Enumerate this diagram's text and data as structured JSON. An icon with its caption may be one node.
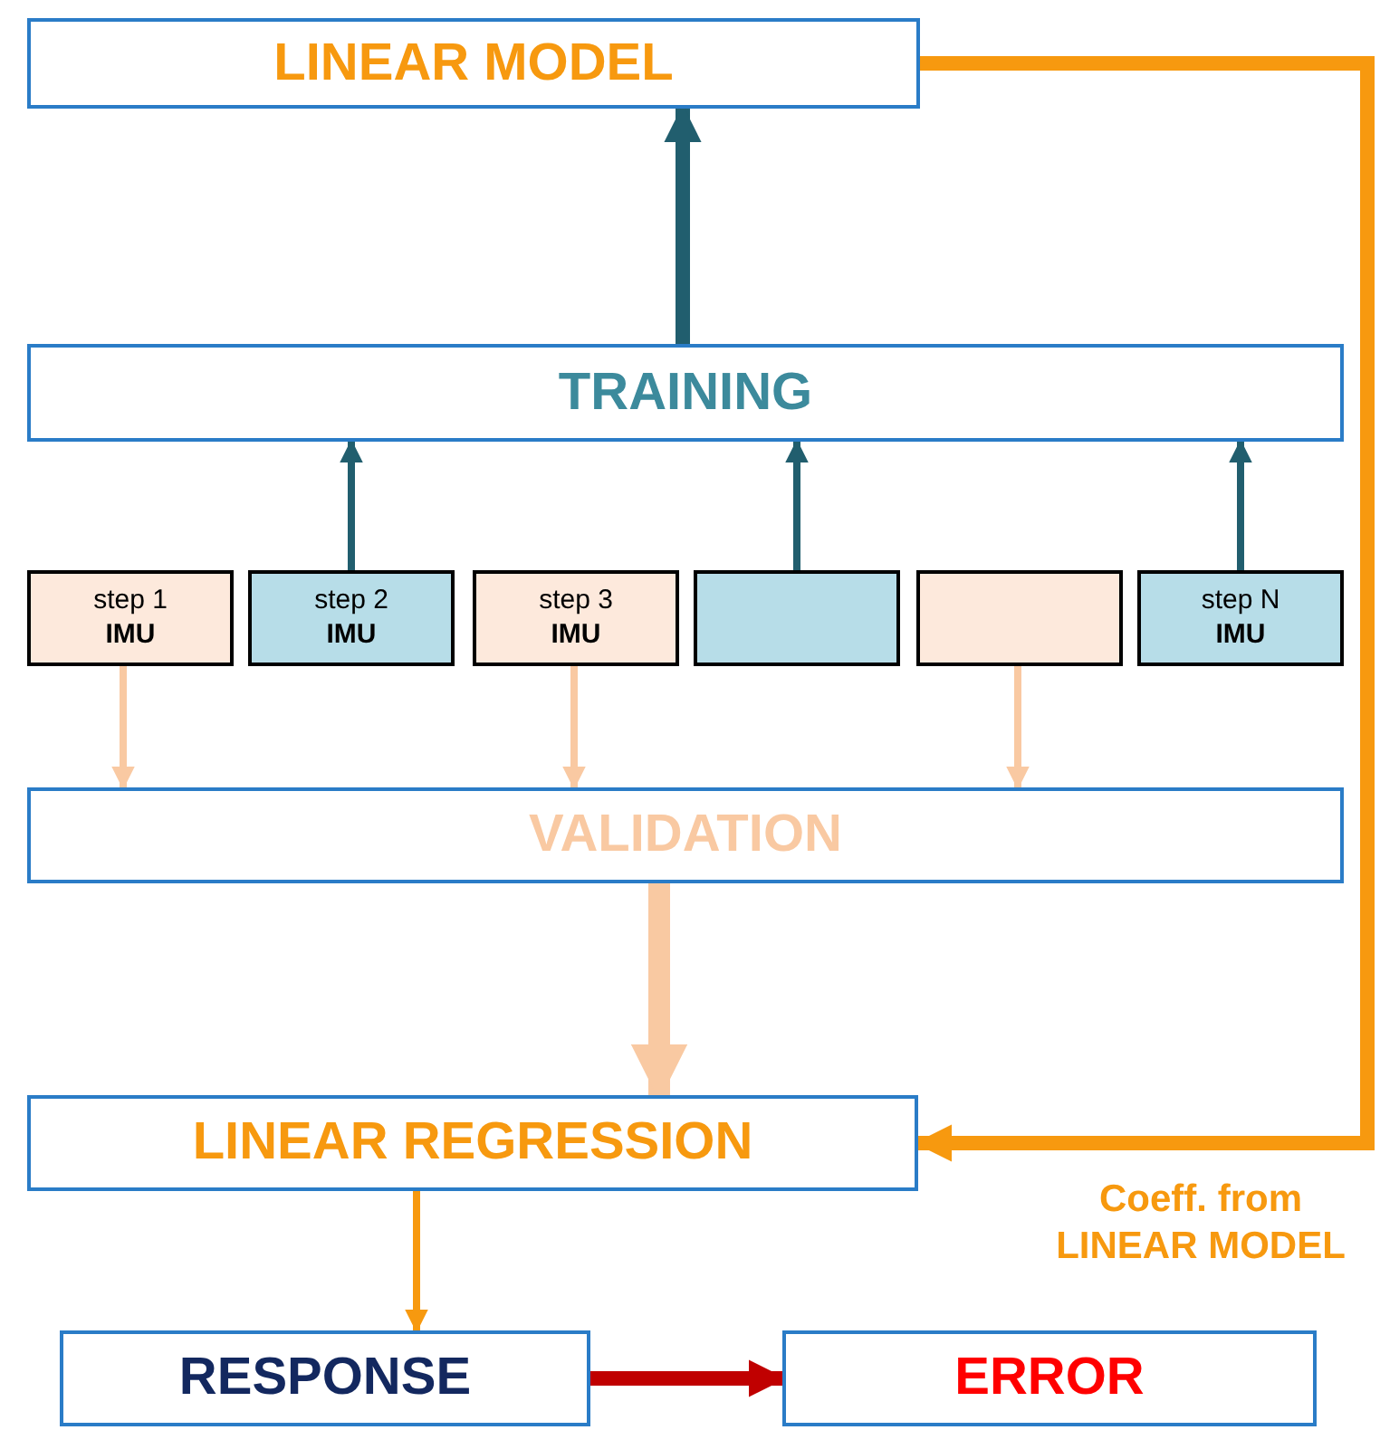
{
  "diagram": {
    "nodes": [
      {
        "text": [
          "LINEAR MODEL"
        ]
      },
      {
        "text": [
          "TRAINING"
        ]
      },
      {
        "text": [
          "step 1",
          "IMU"
        ]
      },
      {
        "text": [
          "step 2",
          "IMU"
        ]
      },
      {
        "text": [
          "step 3",
          "IMU"
        ]
      },
      {
        "text": [],
        "shape": "box"
      },
      {
        "text": [],
        "shape": "box"
      },
      {
        "text": [
          "step N",
          "IMU"
        ]
      },
      {
        "text": [
          "VALIDATION"
        ]
      },
      {
        "text": [
          "LINEAR REGRESSION"
        ]
      },
      {
        "text": [
          "RESPONSE"
        ]
      },
      {
        "text": [
          "ERROR"
        ]
      }
    ],
    "edges": [
      {
        "from": 1,
        "to": 0,
        "arrow": "to",
        "style": "thick"
      },
      {
        "from": 3,
        "to": 1,
        "arrow": "to"
      },
      {
        "from": 5,
        "to": 1,
        "arrow": "to"
      },
      {
        "from": 7,
        "to": 1,
        "arrow": "to"
      },
      {
        "from": 2,
        "to": 8,
        "arrow": "to",
        "color": "#f9c9a2"
      },
      {
        "from": 4,
        "to": 8,
        "arrow": "to",
        "color": "#f9c9a2"
      },
      {
        "from": 6,
        "to": 8,
        "arrow": "to",
        "color": "#f9c9a2"
      },
      {
        "from": 8,
        "to": 9,
        "arrow": "to",
        "style": "thick",
        "color": "#f9c9a2"
      },
      {
        "from": 0,
        "to": 9,
        "arrow": "to",
        "style": "thick",
        "color": "#f7990f",
        "label": "Coeff. from LINEAR MODEL"
      },
      {
        "from": 9,
        "to": 10,
        "arrow": "to",
        "color": "#f7990f"
      },
      {
        "from": 10,
        "to": 11,
        "arrow": "to",
        "style": "thick",
        "color": "#c00000"
      }
    ]
  }
}
